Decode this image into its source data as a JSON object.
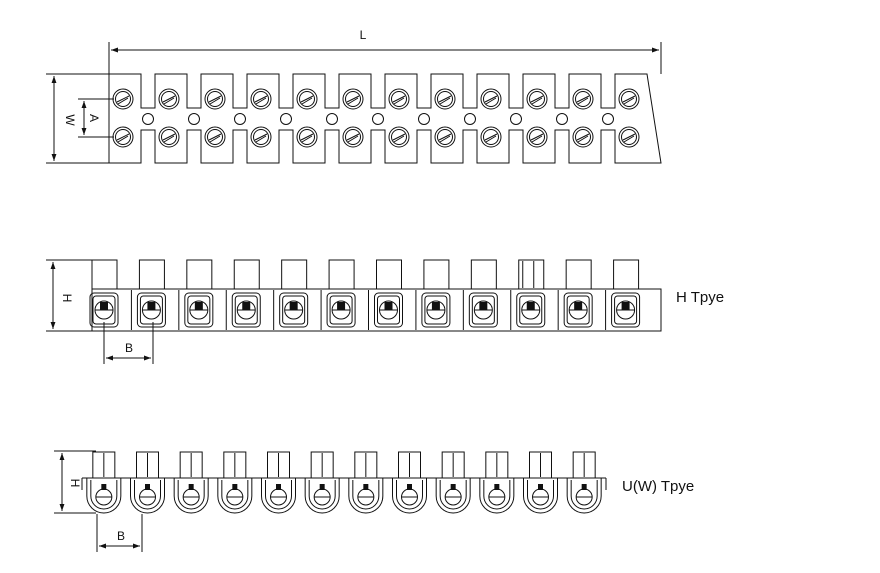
{
  "top_view": {
    "dim_length": "L",
    "dim_width": "W",
    "dim_hole_spacing": "A"
  },
  "h_type": {
    "dim_height": "H",
    "dim_pitch": "B",
    "label": "H Tpye"
  },
  "u_type": {
    "dim_height": "H",
    "dim_pitch": "B",
    "label": "U(W) Tpye"
  }
}
